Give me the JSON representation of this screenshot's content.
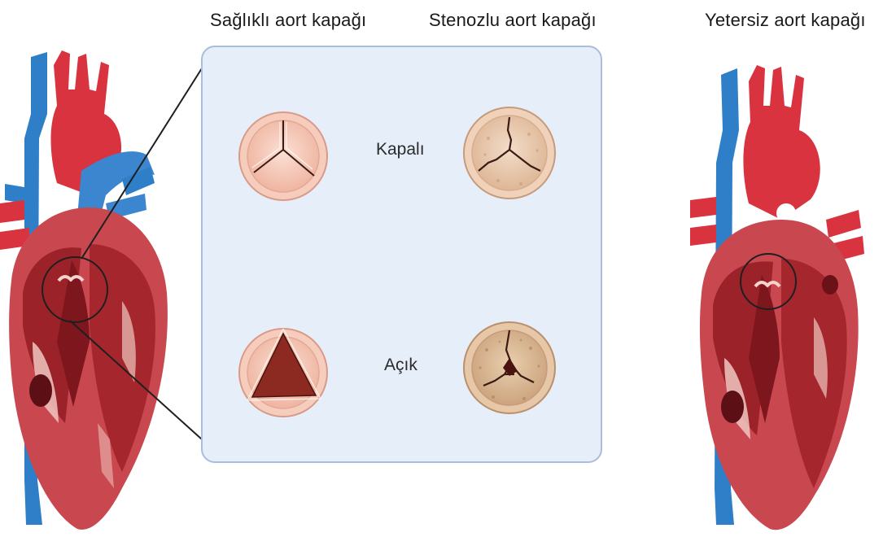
{
  "titles": {
    "healthy": "Sağlıklı aort kapağı",
    "stenotic": "Stenozlu aort kapağı",
    "insufficient": "Yetersiz aort kapağı"
  },
  "states": {
    "closed": "Kapalı",
    "open": "Açık"
  },
  "colors": {
    "panel_bg": "#e6eef9",
    "panel_border": "#a9bddc",
    "vein_blue": "#2f7fc8",
    "artery_red": "#d8333f",
    "muscle_dark": "#8f1d24",
    "heart_wall": "#c9474f",
    "valve_healthy": "#f2b9a4",
    "valve_stenotic": "#e6c2a4"
  }
}
